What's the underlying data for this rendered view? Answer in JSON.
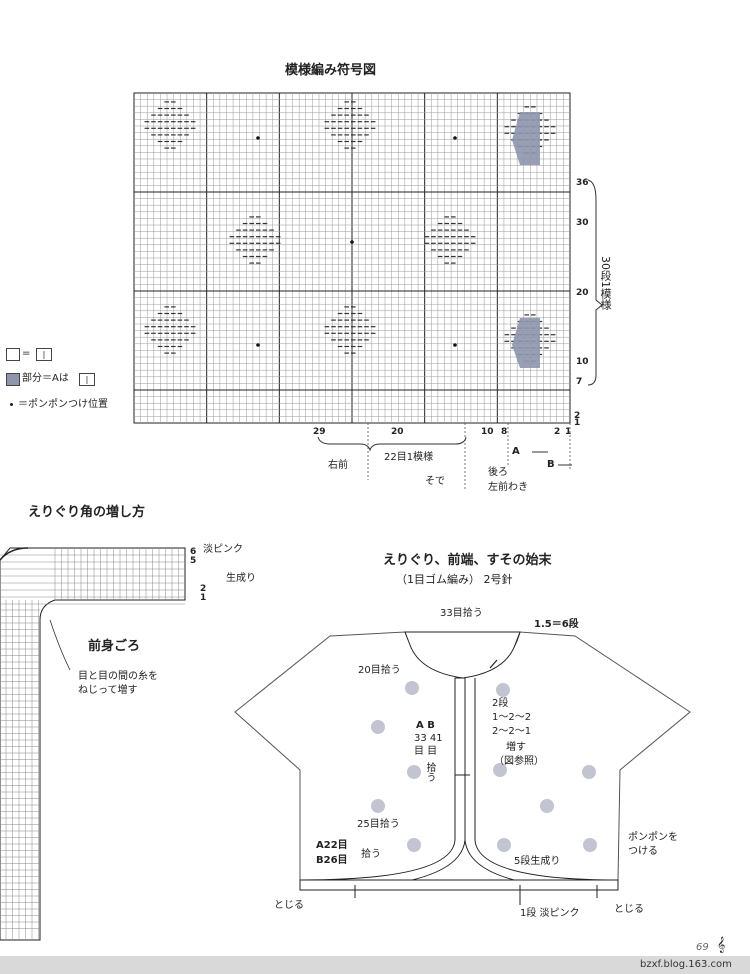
{
  "chart_title": "模様編み符号図",
  "row_labels": [
    "36",
    "30",
    "20",
    "10",
    "7",
    "2",
    "1"
  ],
  "row_span_label": "30段1模様",
  "col_labels": [
    "29",
    "20",
    "10",
    "8",
    "2",
    "1"
  ],
  "legend": {
    "blank_eq": "=",
    "shaded": "部分＝Aは",
    "dot": "＝ポンポンつけ位置"
  },
  "bottom_labels": {
    "left_front": "右前",
    "repeat": "22目1模様",
    "sleeve": "そで",
    "a_label": "A",
    "b_label": "B",
    "back": "後ろ",
    "left_front2": "左前わき"
  },
  "corner": {
    "title": "えりぐり角の増し方",
    "pink": "淡ピンク",
    "natural": "生成り",
    "rows": [
      "6",
      "5",
      "2",
      "1"
    ],
    "body": "前身ごろ",
    "note1": "目と目の間の糸を",
    "note2": "ねじって増す"
  },
  "finish": {
    "title": "えりぐり、前端、すその始末",
    "subtitle": "（1目ゴム編み） 2号針",
    "pick33": "33目拾う",
    "rows15": "1.5＝6段",
    "pick20": "20目拾う",
    "two_rows": "2段",
    "seq1": "1〜2〜2",
    "seq2": "2〜2〜1",
    "increase": "増す",
    "see_fig": "（図参照）",
    "ab": "A  B",
    "ab_nums": "33 41",
    "ab_unit": "目 目",
    "pick_v": "拾う",
    "pick25": "25目拾う",
    "a22": "A22目",
    "b26": "B26目",
    "pick_short": "拾う",
    "pompom1": "ポンポンを",
    "pompom2": "つける",
    "natural5": "5段生成り",
    "pink1": "1段 淡ピンク",
    "bind_left": "とじる",
    "bind_right": "とじる"
  },
  "page_number": "69",
  "footer_url": "bzxf.blog.163.com"
}
